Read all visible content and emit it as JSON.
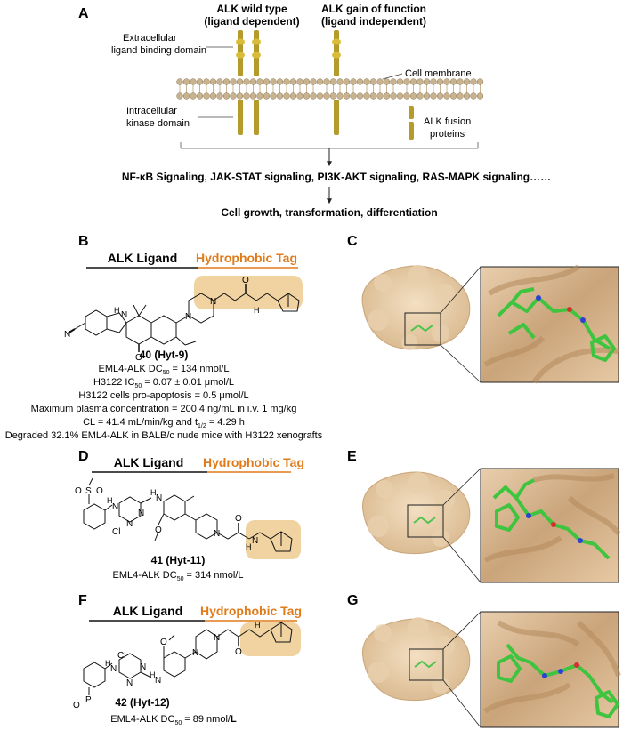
{
  "panels": {
    "A": "A",
    "B": "B",
    "C": "C",
    "D": "D",
    "E": "E",
    "F": "F",
    "G": "G"
  },
  "panelA": {
    "wt_line1": "ALK wild type",
    "wt_line2": "(ligand dependent)",
    "gof_line1": "ALK gain of function",
    "gof_line2": "(ligand independent)",
    "extracellular_line1": "Extracellular",
    "extracellular_line2": "ligand binding domain",
    "membrane": "Cell membrane",
    "intracellular_line1": "Intracellular",
    "intracellular_line2": "kinase domain",
    "fusion_line1": "ALK fusion",
    "fusion_line2": "proteins",
    "signaling": "NF-κB Signaling, JAK-STAT signaling, PI3K-AKT signaling, RAS-MAPK signaling……",
    "outcome": "Cell growth, transformation, differentiation"
  },
  "labels": {
    "ligand": "ALK Ligand",
    "tag": "Hydrophobic Tag"
  },
  "compound40": {
    "name": "40 (Hyt-9)",
    "atoms": {
      "N_cyano": "N",
      "H": "H",
      "N": "N",
      "N2": "N",
      "NH": "H",
      "N3": "N",
      "O": "O",
      "O2": "O"
    },
    "facts": [
      [
        "EML4-ALK DC",
        "50",
        " = 134 nmol/L"
      ],
      [
        "H3122 IC",
        "50",
        " = 0.07 ± 0.01 μmol/L"
      ],
      [
        "H3122 cells pro-apoptosis = 0.5 μmol/L",
        "",
        ""
      ],
      [
        "Maximum plasma concentration = 200.4 ng/mL in i.v. 1 mg/kg",
        "",
        ""
      ],
      [
        "CL = 41.4 mL/min/kg and t",
        "1/2",
        " = 4.29 h"
      ],
      [
        "Degraded 32.1% EML4-ALK in BALB/c nude mice with H3122 xenografts",
        "",
        ""
      ]
    ]
  },
  "compound41": {
    "name": "41 (Hyt-11)",
    "fact": [
      "EML4-ALK DC",
      "50",
      " = 314 nmol/L"
    ],
    "atoms": {
      "S": "S",
      "O1": "O",
      "O2": "O",
      "HN1": "H",
      "N1": "N",
      "N2": "N",
      "N3": "N",
      "HN2": "H",
      "N4": "N",
      "Cl": "Cl",
      "Oe": "O",
      "N5": "N",
      "Oam": "O",
      "NHam": "H",
      "Nam": "N"
    }
  },
  "compound42": {
    "name": "42 (Hyt-12)",
    "fact": [
      "EML4-ALK DC",
      "50",
      " = 89 nmol/",
      "L"
    ],
    "atoms": {
      "Cl": "Cl",
      "O_me": "O",
      "N1": "N",
      "N2": "N",
      "HN1": "H",
      "N3": "N",
      "HN2": "H",
      "N4": "N",
      "N5": "N",
      "P": "P",
      "Op": "O",
      "N6": "N",
      "H": "H",
      "O": "O"
    }
  },
  "colors": {
    "tag": "#e07b1a",
    "highlight": "#f0d3a0",
    "receptor": "#b59b2b",
    "ligand_green": "#4cc44c",
    "protein": "#e6c9a4"
  }
}
